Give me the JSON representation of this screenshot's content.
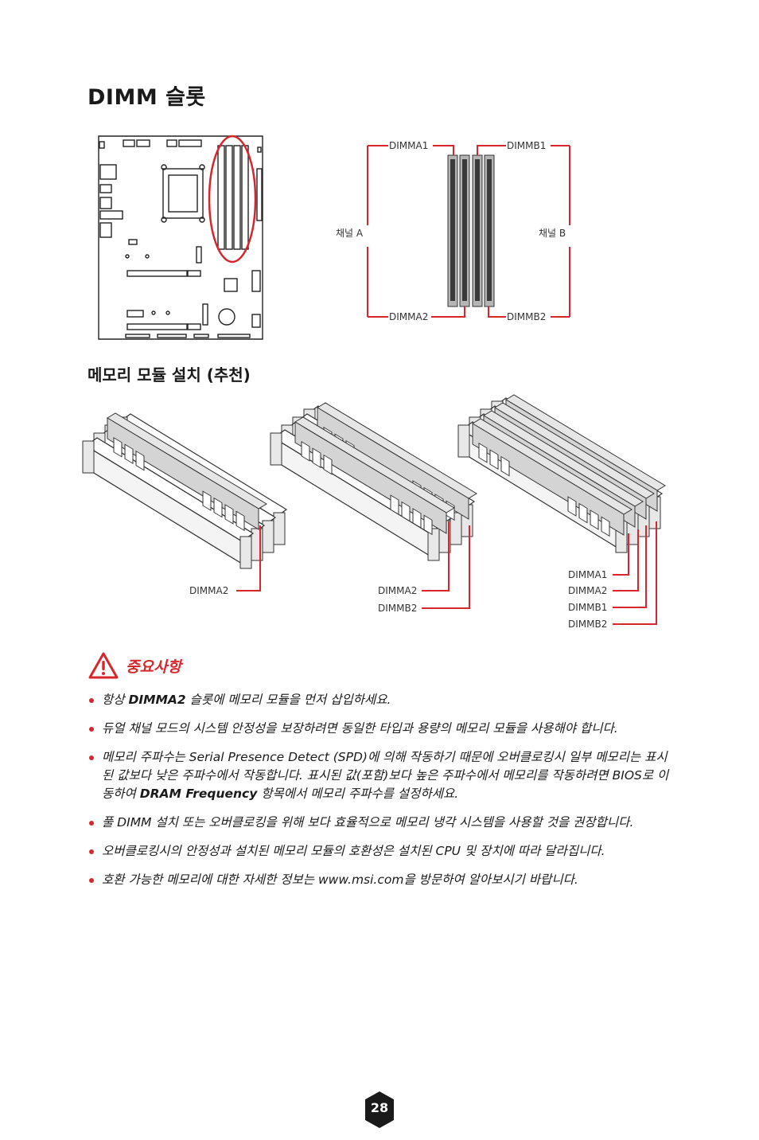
{
  "page_title": "DIMM 슬롯",
  "section_title": "메모리 모듈 설치 (추천)",
  "slot_diagram": {
    "labels": {
      "a1": "DIMMA1",
      "b1": "DIMMB1",
      "a2": "DIMMA2",
      "b2": "DIMMB2",
      "channel_a": "채널 A",
      "channel_b": "채널 B"
    }
  },
  "install_diagram": {
    "one_module": [
      "DIMMA2"
    ],
    "two_modules": [
      "DIMMA2",
      "DIMMB2"
    ],
    "four_modules": [
      "DIMMA1",
      "DIMMA2",
      "DIMMB1",
      "DIMMB2"
    ]
  },
  "important": {
    "title": "중요사항",
    "items": [
      {
        "pre": "항상 ",
        "bold": "DIMMA2",
        "post": " 슬롯에 메모리 모듈을 먼저 삽입하세요."
      },
      {
        "text": "듀얼 채널 모드의 시스템 안정성을 보장하려면 동일한 타입과 용량의 메모리 모듈을 사용해야 합니다."
      },
      {
        "pre": "메모리 주파수는 Serial Presence Detect (SPD)에 의해 작동하기 때문에 오버클로킹시 일부 메모리는 표시된 값보다 낮은 주파수에서 작동합니다. 표시된 값(포함)보다 높은 주파수에서 메모리를 작동하려면 BIOS로 이동하여 ",
        "bold": "DRAM Frequency",
        "post": " 항목에서 메모리 주파수를 설정하세요."
      },
      {
        "text": "풀 DIMM 설치 또는 오버클로킹을 위해 보다 효율적으로 메모리 냉각 시스템을 사용할 것을 권장합니다."
      },
      {
        "text": "오버클로킹시의 안정성과 설치된 메모리 모듈의 호환성은 설치된 CPU 및 장치에 따라 달라집니다."
      },
      {
        "text": "호환 가능한 메모리에 대한 자세한 정보는 www.msi.com을 방문하여 알아보시기 바랍니다."
      }
    ]
  },
  "page_number": "28",
  "colors": {
    "accent": "#d7262c",
    "text": "#1a1a1a",
    "slot_gray": "#b5b5b5",
    "module_gray": "#d4d4d4"
  }
}
